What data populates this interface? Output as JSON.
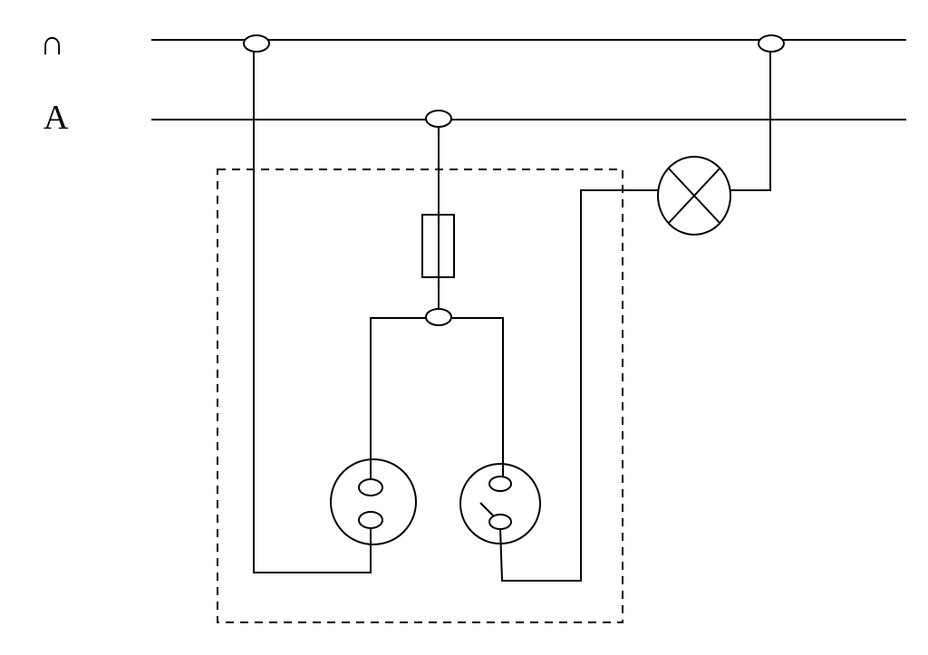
{
  "diagram": {
    "labels": {
      "top_line": "∩",
      "second_line": "A"
    },
    "colors": {
      "stroke": "#000000",
      "background": "#ffffff"
    },
    "components": {
      "fuse": "fuse",
      "lamp": "lamp",
      "socket": "two-hole-socket",
      "switch": "switch",
      "enclosure": "dashed-box"
    }
  }
}
